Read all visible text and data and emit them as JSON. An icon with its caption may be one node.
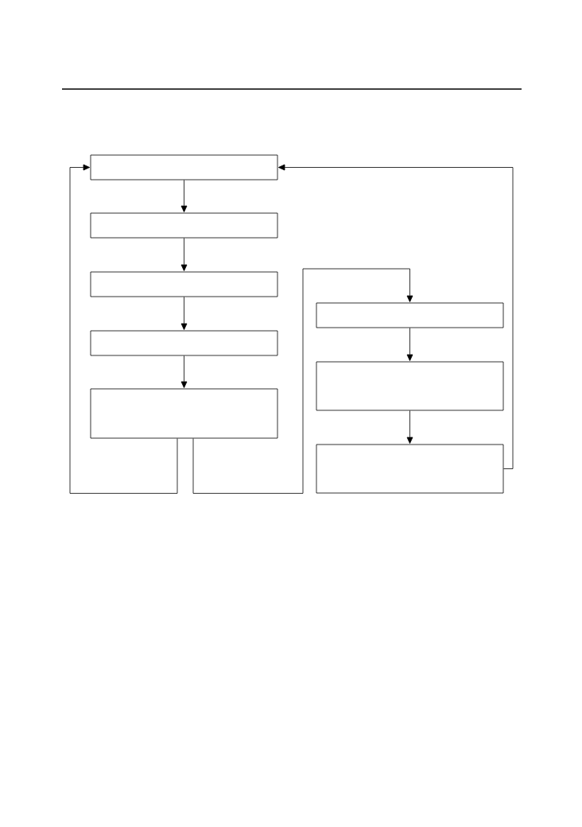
{
  "diagram": {
    "nodes": [
      {
        "text": [],
        "shape": "box"
      },
      {
        "text": [],
        "shape": "box"
      },
      {
        "text": [],
        "shape": "box"
      },
      {
        "text": [],
        "shape": "box"
      },
      {
        "text": [],
        "shape": "box"
      },
      {
        "text": [],
        "shape": "box"
      },
      {
        "text": [],
        "shape": "box"
      },
      {
        "text": [],
        "shape": "box"
      }
    ],
    "edges": [
      {
        "from": 0,
        "to": 1,
        "arrow": "to"
      },
      {
        "from": 1,
        "to": 2,
        "arrow": "to"
      },
      {
        "from": 2,
        "to": 3,
        "arrow": "to"
      },
      {
        "from": 3,
        "to": 4,
        "arrow": "to"
      },
      {
        "from": 4,
        "to": 0,
        "arrow": "to"
      },
      {
        "from": 4,
        "to": 5,
        "arrow": "to"
      },
      {
        "from": 5,
        "to": 6,
        "arrow": "to"
      },
      {
        "from": 6,
        "to": 7,
        "arrow": "to"
      },
      {
        "from": 7,
        "to": 0,
        "arrow": "to"
      }
    ]
  }
}
